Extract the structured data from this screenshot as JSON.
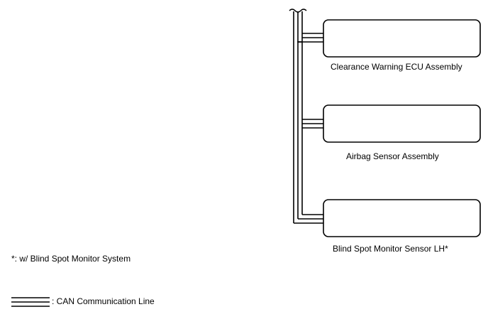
{
  "components": [
    {
      "id": "clearance-warning-ecu",
      "label": "Clearance Warning ECU Assembly"
    },
    {
      "id": "airbag-sensor",
      "label": "Airbag Sensor Assembly"
    },
    {
      "id": "blind-spot-monitor-sensor-lh",
      "label": "Blind Spot Monitor Sensor LH*"
    }
  ],
  "footnote": "*: w/ Blind Spot Monitor System",
  "legend": {
    "can_line_label": ": CAN Communication Line"
  },
  "colors": {
    "line": "#000000",
    "background": "#ffffff"
  }
}
